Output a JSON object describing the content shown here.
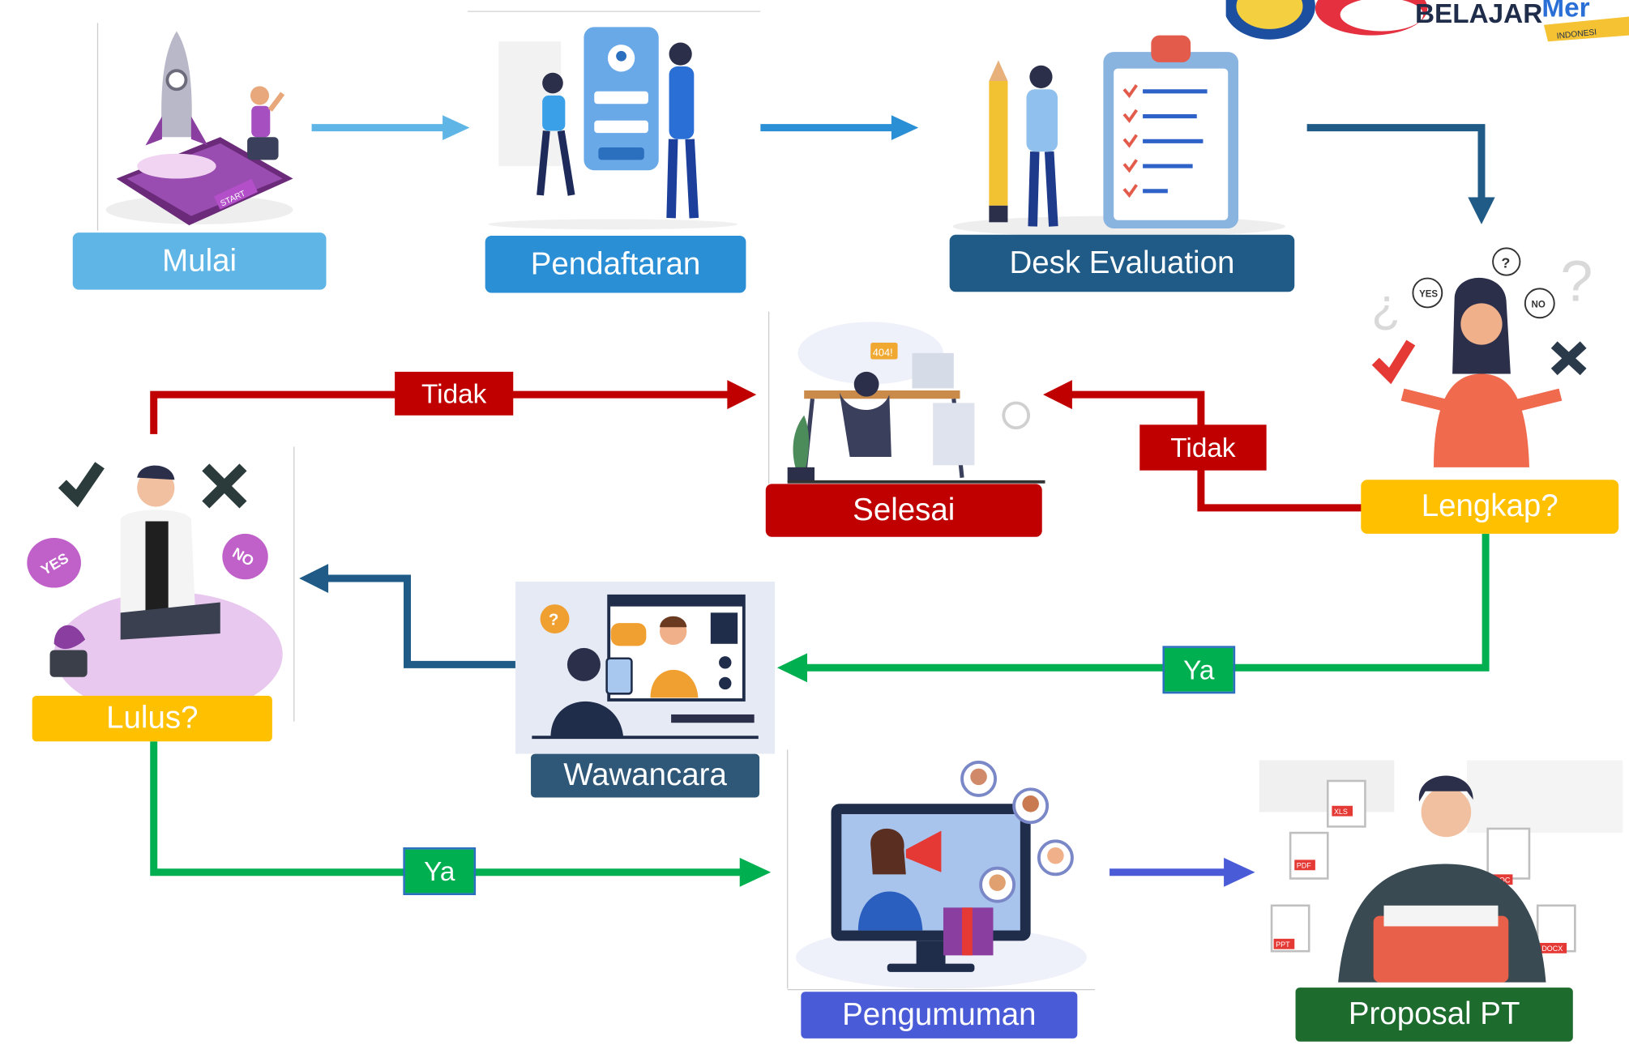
{
  "nodes": {
    "mulai": "Mulai",
    "pendaftaran": "Pendaftaran",
    "desk_evaluation": "Desk Evaluation",
    "lengkap": "Lengkap?",
    "selesai": "Selesai",
    "wawancara": "Wawancara",
    "lulus": "Lulus?",
    "pengumuman": "Pengumuman",
    "proposal_pt": "Proposal PT"
  },
  "edges": {
    "lulus_tidak": "Tidak",
    "lengkap_tidak": "Tidak",
    "lengkap_ya": "Ya",
    "lulus_ya": "Ya"
  },
  "illustration_text": {
    "start_sign": "START",
    "error_code": "404!",
    "yes": "YES",
    "no": "NO",
    "file_xls": "XLS",
    "file_pdf": "PDF",
    "file_doc": "DOC",
    "file_docx": "DOCX",
    "file_ppt": "PPT"
  },
  "logo": {
    "text": "BELAJAR",
    "text2": "Mer",
    "sub": "INDONESI"
  },
  "colors": {
    "mulai": "#5fb6e6",
    "pendaftaran": "#2b8fd6",
    "desk_evaluation": "#1f5b86",
    "decision": "#ffc000",
    "selesai": "#c00000",
    "wawancara": "#2f5878",
    "pengumuman": "#4a5bd8",
    "proposal_pt": "#1e6b2e",
    "no_path": "#c00000",
    "yes_path": "#00b050"
  }
}
